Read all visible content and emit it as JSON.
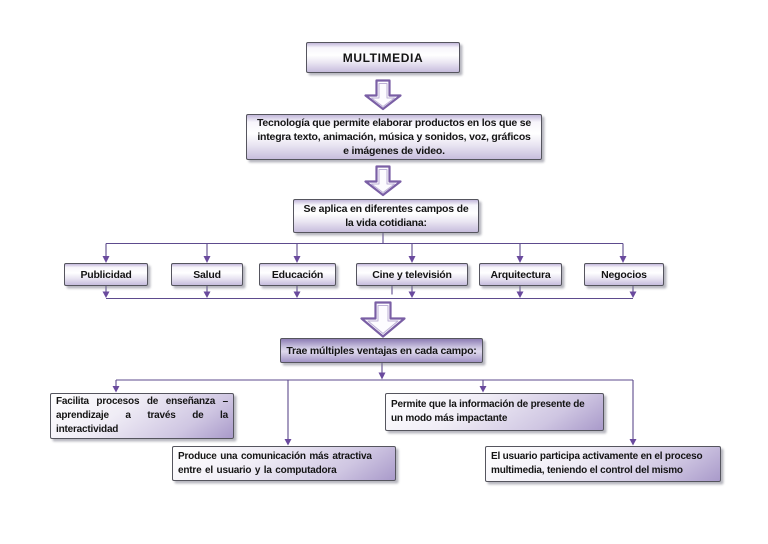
{
  "diagram": {
    "title": "MULTIMEDIA",
    "definition": "Tecnología que permite elaborar productos en los que se\nintegra texto, animación, música y sonidos, voz, gráficos\ne imágenes de video.",
    "application": "Se aplica en diferentes campos de\nla vida cotidiana:",
    "fields": [
      {
        "label": "Publicidad"
      },
      {
        "label": "Salud"
      },
      {
        "label": "Educación"
      },
      {
        "label": "Cine y televisión"
      },
      {
        "label": "Arquitectura"
      },
      {
        "label": "Negocios"
      }
    ],
    "advantages": {
      "header": "Trae múltiples ventajas en cada campo:",
      "items": [
        {
          "text": "Facilita procesos de enseñanza –\naprendizaje a través de la\ninteractividad"
        },
        {
          "text": "Produce una comunicación más atractiva\nentre el usuario y la computadora"
        },
        {
          "text": "Permite que la información de presente de\nun modo más impactante"
        },
        {
          "text": "El usuario participa activamente en el proceso\nmultimedia, teniendo el control del mismo"
        }
      ]
    },
    "colors": {
      "connector_line": "#5d4b8d",
      "arrowhead": "#6a4a9e",
      "block_arrow_outline": "#7a5fa5",
      "box_border": "#55555e",
      "box_fill_light_bottom": "#c7bddd",
      "box_fill_dark": "#a294c6",
      "background": "#ffffff"
    }
  }
}
